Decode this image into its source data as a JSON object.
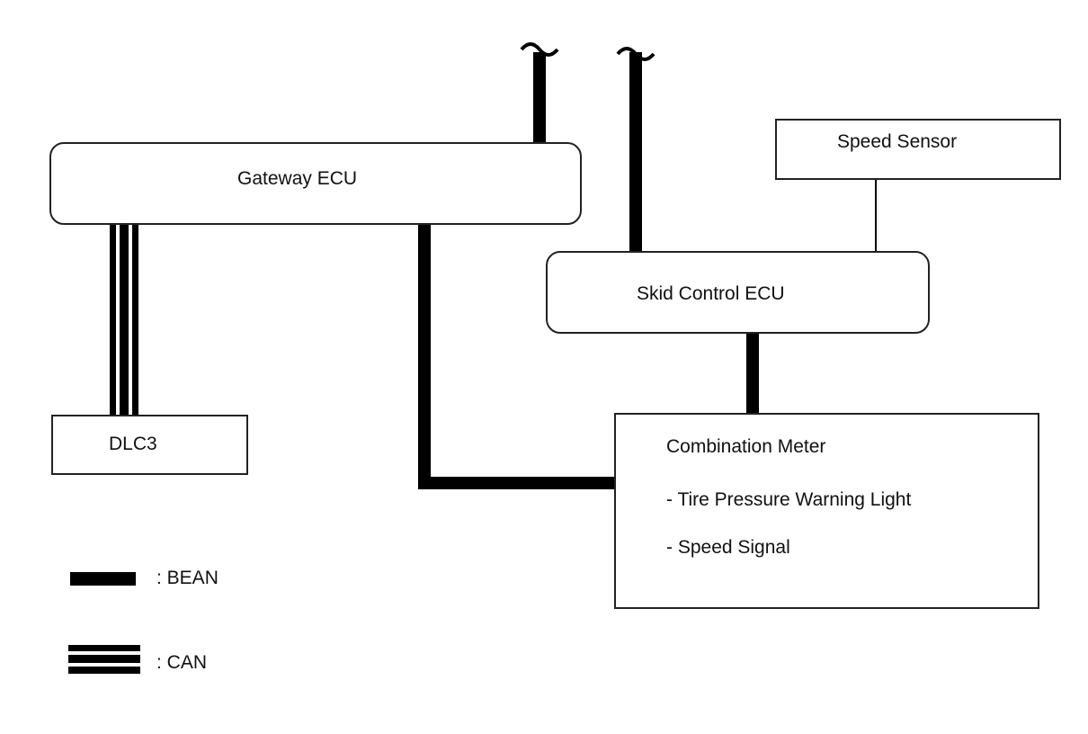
{
  "nodes": {
    "gateway_ecu": "Gateway ECU",
    "speed_sensor": "Speed Sensor",
    "skid_control_ecu": "Skid Control ECU",
    "dlc3": "DLC3",
    "combination_meter": {
      "title": "Combination Meter",
      "items": [
        "- Tire Pressure Warning Light",
        "- Speed Signal"
      ]
    }
  },
  "legend": {
    "bean": ": BEAN",
    "can": ": CAN"
  },
  "colors": {
    "line": "#000000",
    "border": "#222222",
    "background": "#ffffff"
  }
}
